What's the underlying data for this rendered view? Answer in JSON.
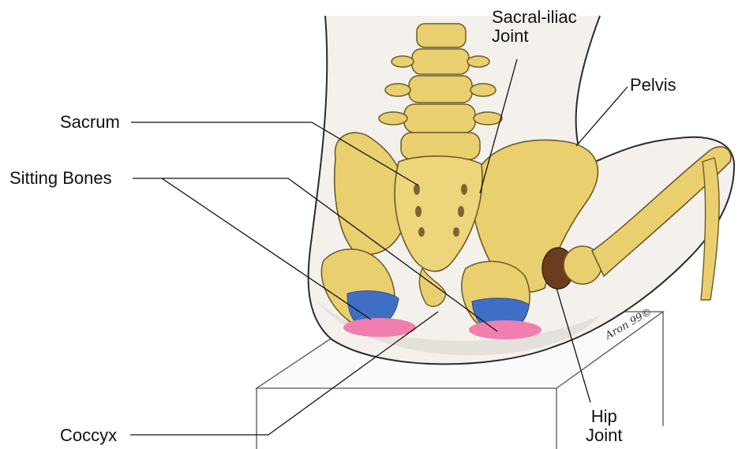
{
  "labels": {
    "sacral_iliac_line1": "Sacral-iliac",
    "sacral_iliac_line2": "Joint",
    "pelvis": "Pelvis",
    "sacrum": "Sacrum",
    "sitting_bones": "Sitting Bones",
    "coccyx": "Coccyx",
    "hip_joint_line1": "Hip",
    "hip_joint_line2": "Joint"
  },
  "signature": "Aron 99©",
  "colors": {
    "bone": "#e9cf6e",
    "bone_shade": "#c9a844",
    "sitting_bone_blue": "#3f6fc4",
    "contact_pink": "#f07fb0",
    "outline": "#6b5a2a",
    "leader_line": "#111111"
  }
}
